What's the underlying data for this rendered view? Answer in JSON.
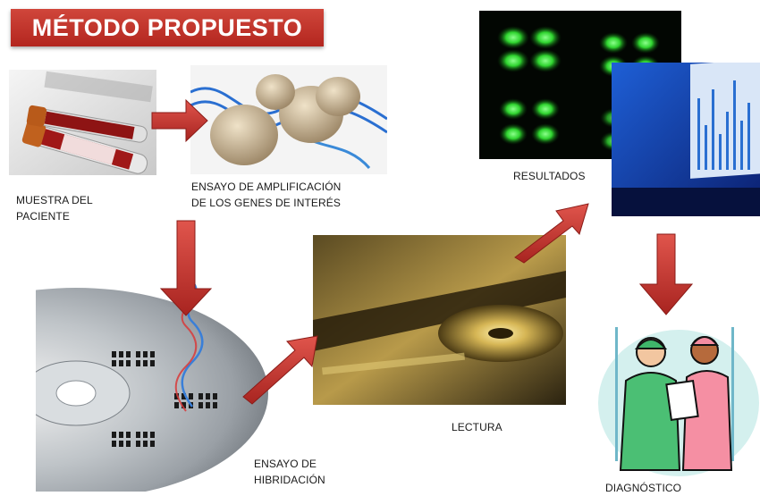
{
  "title": "MÉTODO PROPUESTO",
  "steps": {
    "sample": {
      "label_line1": "MUESTRA DEL",
      "label_line2": "PACIENTE"
    },
    "amplification": {
      "label_line1": "ENSAYO DE AMPLIFICACIÓN",
      "label_line2": "DE LOS GENES DE INTERÉS"
    },
    "hybridization": {
      "label_line1": "ENSAYO DE",
      "label_line2": "HIBRIDACIÓN"
    },
    "reading": {
      "label": "LECTURA"
    },
    "results": {
      "label": "RESULTADOS"
    },
    "diagnosis": {
      "label": "DIAGNÓSTICO"
    }
  },
  "colors": {
    "title_bg": "#c0392b",
    "arrow": "#c9312b",
    "fluorescence": "#3bf03b",
    "screen_blue": "#1040b0"
  }
}
